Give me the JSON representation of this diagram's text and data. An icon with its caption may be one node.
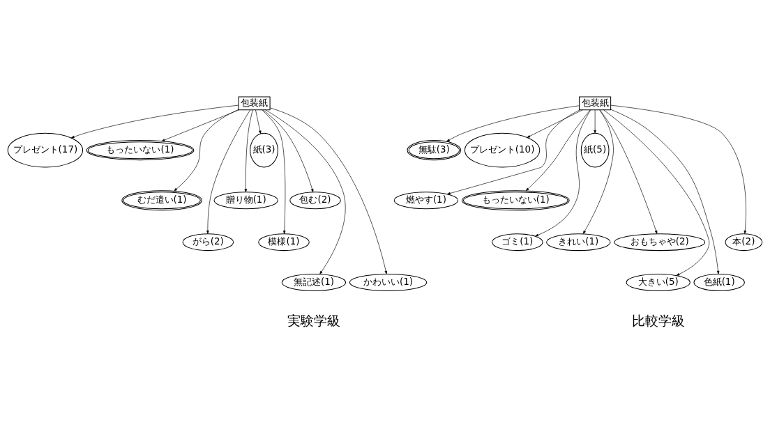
{
  "diagram": {
    "nodes": [
      {
        "text": [
          "包装紙"
        ]
      },
      {
        "text": [
          "プレゼント(17)"
        ]
      },
      {
        "text": [
          "もったいない(1)"
        ]
      },
      {
        "text": [
          "むだ遣い(1)"
        ]
      },
      {
        "text": [
          "がら(2)"
        ]
      },
      {
        "text": [
          "贈り物(1)"
        ]
      },
      {
        "text": [
          "紙(3)"
        ]
      },
      {
        "text": [
          "模様(1)"
        ]
      },
      {
        "text": [
          "包む(2)"
        ]
      },
      {
        "text": [
          "無記述(1)"
        ]
      },
      {
        "text": [
          "かわいい(1)"
        ]
      },
      {
        "text": [
          "包装紙"
        ]
      },
      {
        "text": [
          "無駄(3)"
        ]
      },
      {
        "text": [
          "プレゼント(10)"
        ]
      },
      {
        "text": [
          "燃やす(1)"
        ]
      },
      {
        "text": [
          "もったいない(1)"
        ]
      },
      {
        "text": [
          "ゴミ(1)"
        ]
      },
      {
        "text": [
          "紙(5)"
        ]
      },
      {
        "text": [
          "きれい(1)"
        ]
      },
      {
        "text": [
          "おもちゃや(2)"
        ]
      },
      {
        "text": [
          "大きい(5)"
        ]
      },
      {
        "text": [
          "色紙(1)"
        ]
      },
      {
        "text": [
          "本(2)"
        ]
      }
    ],
    "edges": [
      {
        "from": 0,
        "to": 1,
        "arrow": "to"
      },
      {
        "from": 0,
        "to": 2,
        "arrow": "to"
      },
      {
        "from": 0,
        "to": 3,
        "arrow": "to"
      },
      {
        "from": 0,
        "to": 4,
        "arrow": "to"
      },
      {
        "from": 0,
        "to": 5,
        "arrow": "to"
      },
      {
        "from": 0,
        "to": 6,
        "arrow": "to"
      },
      {
        "from": 0,
        "to": 7,
        "arrow": "to"
      },
      {
        "from": 0,
        "to": 8,
        "arrow": "to"
      },
      {
        "from": 0,
        "to": 9,
        "arrow": "to"
      },
      {
        "from": 0,
        "to": 10,
        "arrow": "to"
      },
      {
        "from": 11,
        "to": 12,
        "arrow": "to"
      },
      {
        "from": 11,
        "to": 13,
        "arrow": "to"
      },
      {
        "from": 11,
        "to": 14,
        "arrow": "to"
      },
      {
        "from": 11,
        "to": 15,
        "arrow": "to"
      },
      {
        "from": 11,
        "to": 16,
        "arrow": "to"
      },
      {
        "from": 11,
        "to": 17,
        "arrow": "to"
      },
      {
        "from": 11,
        "to": 18,
        "arrow": "to"
      },
      {
        "from": 11,
        "to": 19,
        "arrow": "to"
      },
      {
        "from": 11,
        "to": 20,
        "arrow": "to"
      },
      {
        "from": 11,
        "to": 21,
        "arrow": "to"
      },
      {
        "from": 11,
        "to": 22,
        "arrow": "to"
      }
    ],
    "labels": [
      "実験学級",
      "比較学級"
    ]
  }
}
